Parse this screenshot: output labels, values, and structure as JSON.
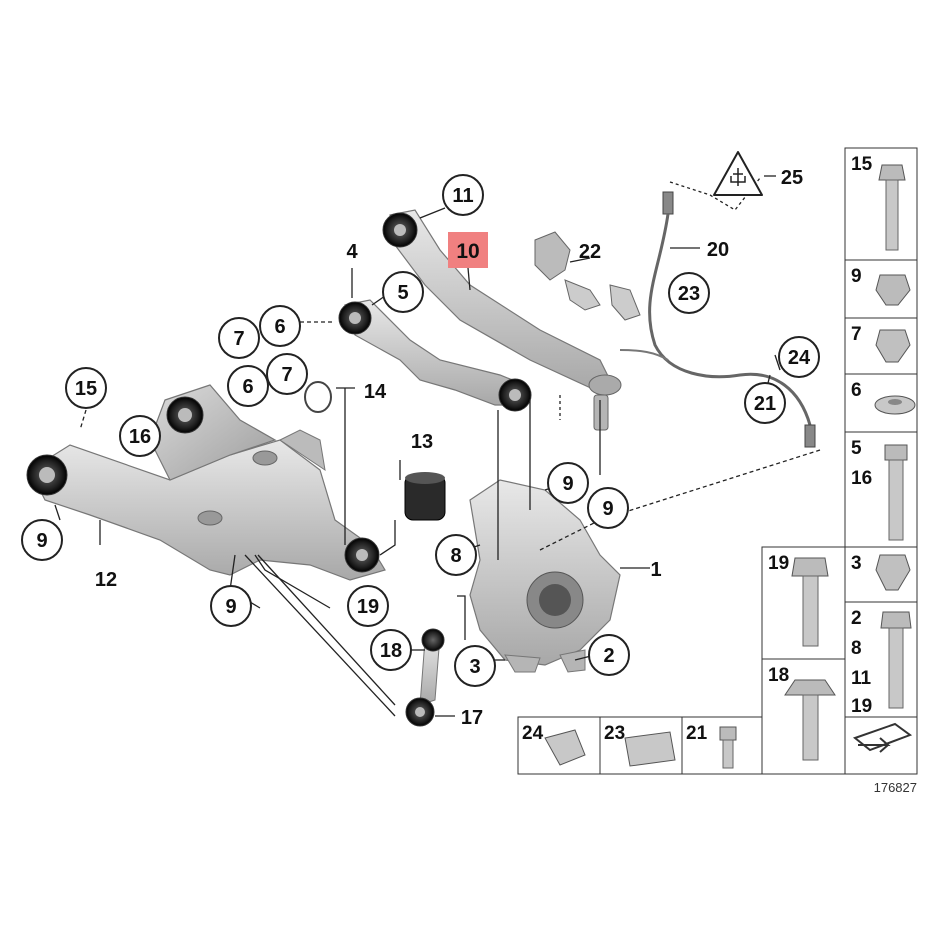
{
  "diagram": {
    "highlighted_callout": "10",
    "highlight_color": "#f08080",
    "drawing_number": "176827",
    "warning_icon": "electrical-warning-icon",
    "callouts": {
      "c11": "11",
      "c10": "10",
      "c4": "4",
      "c5": "5",
      "c22": "22",
      "c20": "20",
      "c23": "23",
      "c25": "25",
      "c7a": "7",
      "c6a": "6",
      "c6b": "6",
      "c7b": "7",
      "c14": "14",
      "c15": "15",
      "c16": "16",
      "c13": "13",
      "c24": "24",
      "c21": "21",
      "c9a": "9",
      "c9b": "9",
      "c9c": "9",
      "c9d": "9",
      "c8": "8",
      "c1": "1",
      "c12": "12",
      "c19": "19",
      "c18": "18",
      "c3": "3",
      "c2": "2",
      "c17": "17"
    },
    "parts_table": {
      "p15": "15",
      "p9": "9",
      "p7": "7",
      "p6": "6",
      "p5": "5",
      "p16": "16",
      "p19": "19",
      "p3": "3",
      "p2": "2",
      "p8": "8",
      "p11": "11",
      "p19b": "19",
      "p18": "18",
      "p24": "24",
      "p23": "23",
      "p21": "21"
    }
  }
}
